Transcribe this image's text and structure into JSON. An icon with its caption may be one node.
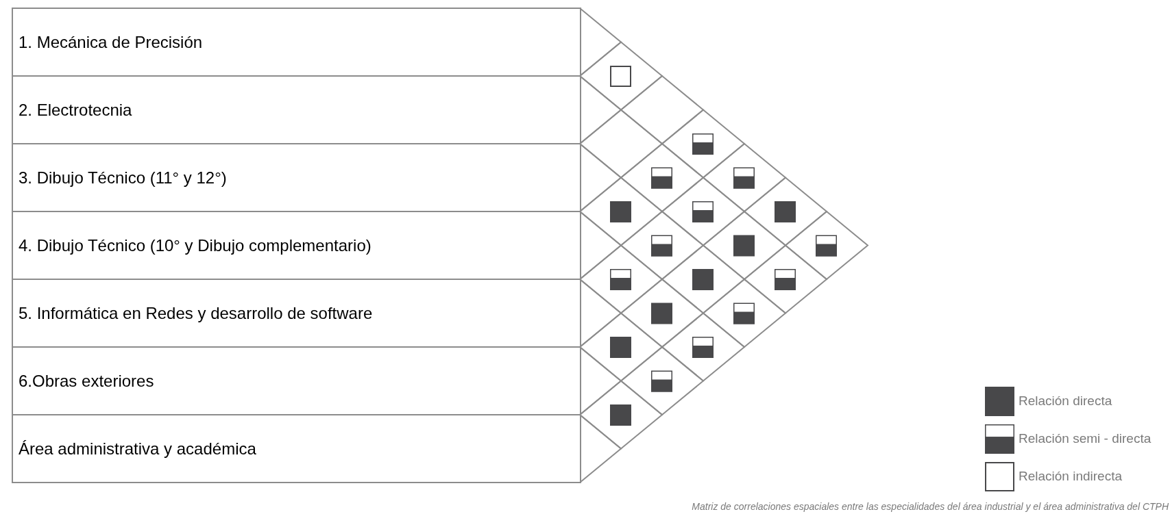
{
  "diagram": {
    "caption": "Matriz de correlaciones espaciales entre las especialidades del área industrial y el área administrativa del CTPH",
    "nodes": [
      {
        "text": [
          "1. Mecánica de Precisión"
        ]
      },
      {
        "text": [
          "2. Electrotecnia"
        ]
      },
      {
        "text": [
          "3. Dibujo Técnico (11° y 12°)"
        ]
      },
      {
        "text": [
          "4. Dibujo Técnico (10° y Dibujo complementario)"
        ]
      },
      {
        "text": [
          "5. Informática en Redes y desarrollo de software"
        ]
      },
      {
        "text": [
          "6.Obras exteriores"
        ]
      },
      {
        "text": [
          "Área administrativa y académica"
        ]
      }
    ],
    "legend": [
      {
        "text": "Relación directa",
        "color": "#48484a"
      },
      {
        "text": "Relación semi - directa"
      },
      {
        "text": "Relación indirecta"
      }
    ]
  }
}
